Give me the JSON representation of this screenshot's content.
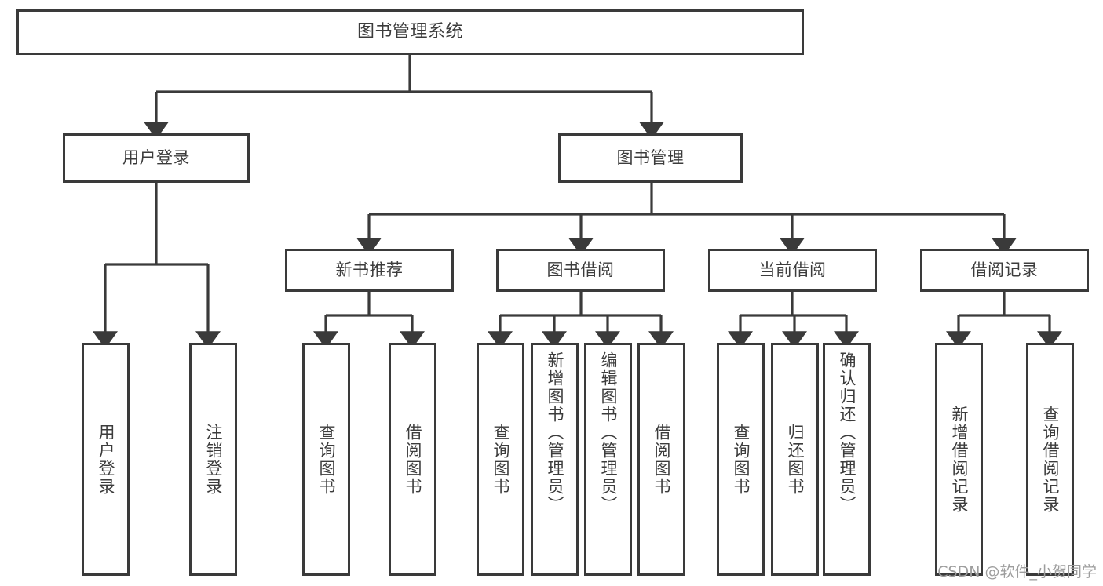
{
  "diagram": {
    "type": "tree-hierarchy",
    "title": "图书管理系统",
    "root": {
      "label": "图书管理系统"
    },
    "level2": [
      {
        "label": "用户登录"
      },
      {
        "label": "图书管理"
      }
    ],
    "level3": [
      {
        "label": "新书推荐"
      },
      {
        "label": "图书借阅"
      },
      {
        "label": "当前借阅"
      },
      {
        "label": "借阅记录"
      }
    ],
    "leaves": {
      "user_login": [
        {
          "label": "用户登录"
        },
        {
          "label": "注销登录"
        }
      ],
      "new_book_recommend": [
        {
          "label": "查询图书"
        },
        {
          "label": "借阅图书"
        }
      ],
      "book_borrow": [
        {
          "label": "查询图书"
        },
        {
          "label": "新增图书（管理员）"
        },
        {
          "label": "编辑图书（管理员）"
        },
        {
          "label": "借阅图书"
        }
      ],
      "current_borrow": [
        {
          "label": "查询图书"
        },
        {
          "label": "归还图书"
        },
        {
          "label": "确认归还（管理员）"
        }
      ],
      "borrow_record": [
        {
          "label": "新增借阅记录"
        },
        {
          "label": "查询借阅记录"
        }
      ]
    }
  },
  "watermark": {
    "text": "CSDN @软件_小贺同学"
  },
  "colors": {
    "stroke": "#3a3a3a",
    "text": "#3c3c3c",
    "background": "#ffffff",
    "watermark": "#9d9d9d"
  }
}
